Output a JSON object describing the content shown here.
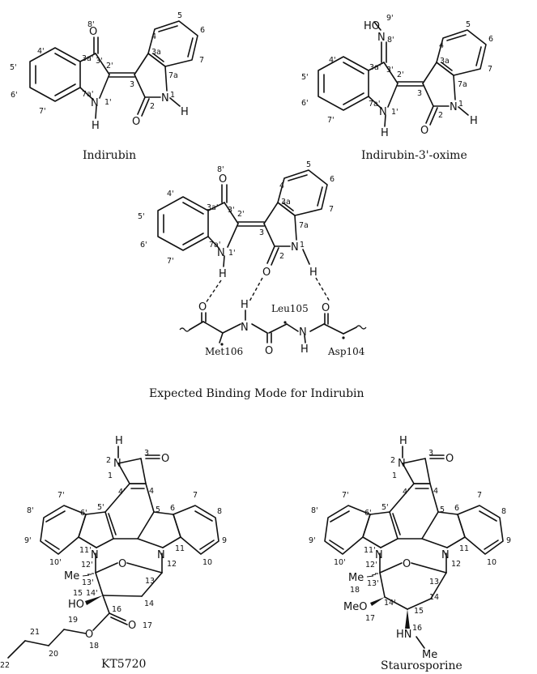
{
  "indirubin": {
    "caption": "Indirubin",
    "atoms": {
      "o": "O",
      "n1": "N",
      "n1p": "N",
      "h_a": "H",
      "h_b": "H",
      "o2": "O"
    },
    "numbers": {
      "c8p": "8'",
      "c3p": "3'",
      "c3ap": "3a'",
      "c4p": "4'",
      "c5p": "5'",
      "c6p": "6'",
      "c7p": "7'",
      "c7ap": "7a'",
      "n1p": "1'",
      "c2p": "2'",
      "c3": "3",
      "c3a": "3a",
      "c4": "4",
      "c5": "5",
      "c6": "6",
      "c7": "7",
      "c7a": "7a",
      "n1": "1",
      "c2": "2"
    }
  },
  "oxime": {
    "caption": "Indirubin-3'-oxime",
    "atoms": {
      "ho": "HO",
      "n8": "N",
      "n1p": "N",
      "n1": "N",
      "h_a": "H",
      "h_b": "H",
      "o2": "O"
    },
    "numbers": {
      "o9p": "9'",
      "n8p": "8'",
      "c3p": "3'",
      "c3ap": "3a'",
      "c4p": "4'",
      "c5p": "5'",
      "c6p": "6'",
      "c7p": "7'",
      "c7ap": "7a'",
      "n1p": "1'",
      "c2p": "2'",
      "c3": "3",
      "c3a": "3a",
      "c4": "4",
      "c5": "5",
      "c6": "6",
      "c7": "7",
      "c7a": "7a",
      "n1": "1",
      "c2": "2"
    }
  },
  "binding": {
    "caption": "Expected Binding Mode for Indirubin",
    "atoms": {
      "o8": "O",
      "n1p": "N",
      "h1p": "H",
      "n1": "N",
      "h1": "H",
      "o2": "O",
      "o_met": "O",
      "h_nh": "H",
      "n_bb": "N",
      "o_leu": "O",
      "n_bb2": "N",
      "h_nh2": "H",
      "o_asp": "O"
    },
    "numbers": {
      "c8p": "8'",
      "c3p": "3'",
      "c3ap": "3a'",
      "c4p": "4'",
      "c5p": "5'",
      "c6p": "6'",
      "c7p": "7'",
      "c7ap": "7a'",
      "n1p": "1'",
      "c2p": "2'",
      "c3": "3",
      "c3a": "3a",
      "c4": "4",
      "c5": "5",
      "c6": "6",
      "c7": "7",
      "c7a": "7a",
      "n1": "1",
      "c2": "2"
    },
    "residues": {
      "met": "Met106",
      "leu": "Leu105",
      "asp": "Asp104"
    }
  },
  "kt5720": {
    "caption": "KT5720",
    "atoms": {
      "h": "H",
      "n2": "N",
      "o": "O",
      "n12p": "N",
      "n12": "N",
      "o_ring": "O",
      "me": "Me",
      "ho": "HO",
      "o17": "O",
      "o18": "O"
    },
    "numbers": {
      "n2": "2",
      "c1": "1",
      "c3": "3",
      "c4p": "4'",
      "c4": "4",
      "c5p": "5'",
      "c5": "5",
      "c6p": "6'",
      "c6": "6",
      "c7p": "7'",
      "c7": "7",
      "c8p": "8'",
      "c8": "8",
      "c9p": "9'",
      "c9": "9",
      "c10p": "10'",
      "c10": "10",
      "c11p": "11'",
      "c11": "11",
      "n12p": "12'",
      "n12": "12",
      "c13p": "13'",
      "c13": "13",
      "c14p": "14'",
      "c14": "14",
      "o15": "15",
      "c16": "16",
      "o17": "17",
      "o18": "18",
      "c19": "19",
      "c20": "20",
      "c21": "21",
      "c22": "22"
    }
  },
  "staurosporine": {
    "caption": "Staurosporine",
    "atoms": {
      "h": "H",
      "n2": "N",
      "o": "O",
      "n12p": "N",
      "n12": "N",
      "o_ring": "O",
      "me": "Me",
      "meo": "MeO",
      "hn": "HN",
      "me16": "Me"
    },
    "numbers": {
      "n2": "2",
      "c1": "1",
      "c3": "3",
      "c4p": "4'",
      "c4": "4",
      "c5p": "5'",
      "c5": "5",
      "c6p": "6'",
      "c6": "6",
      "c7p": "7'",
      "c7": "7",
      "c8p": "8'",
      "c8": "8",
      "c9p": "9'",
      "c9": "9",
      "c10p": "10'",
      "c10": "10",
      "c11p": "11'",
      "c11": "11",
      "n12p": "12'",
      "n12": "12",
      "c13p": "13'",
      "c13": "13",
      "c14p": "14'",
      "c14": "14",
      "c15": "15",
      "n16": "16",
      "o17": "17",
      "c18": "18"
    }
  }
}
